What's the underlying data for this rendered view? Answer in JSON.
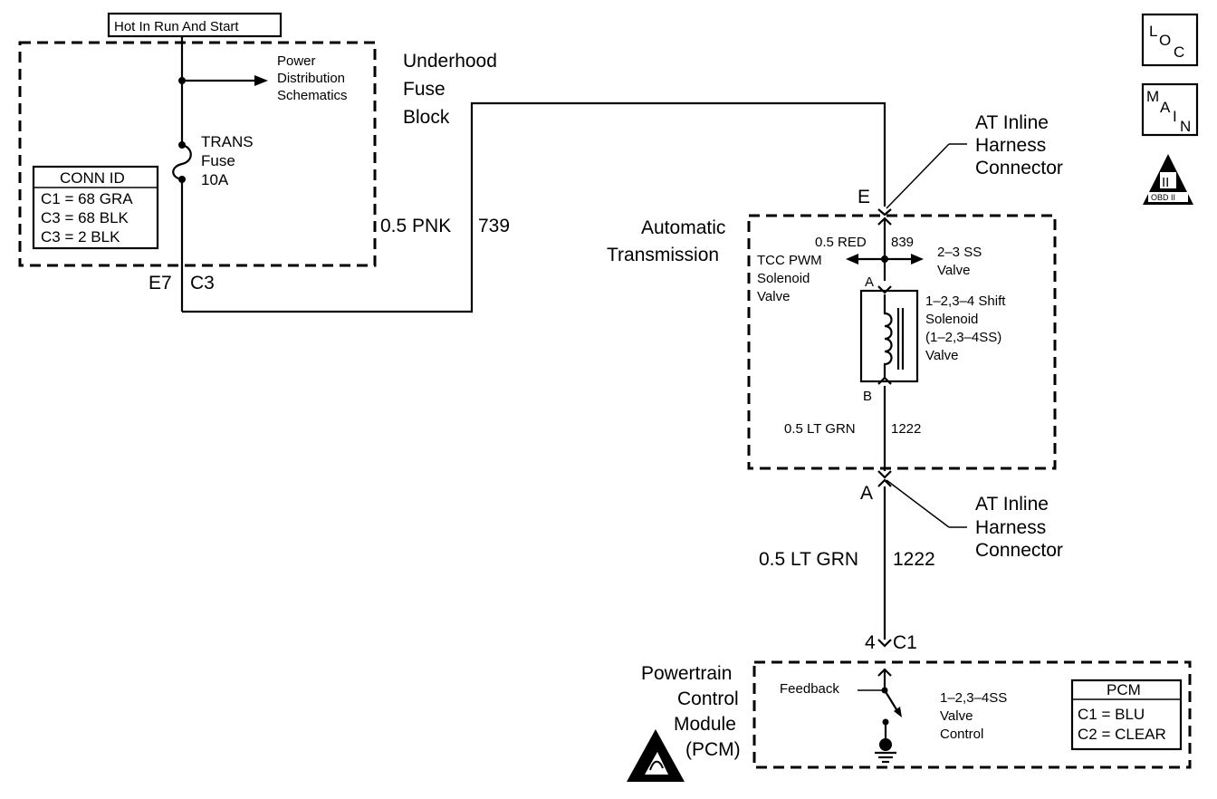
{
  "power_source": {
    "label": "Hot In Run And Start"
  },
  "fuse_block": {
    "name": [
      "Underhood",
      "Fuse",
      "Block"
    ],
    "power_distribution_link": [
      "Power",
      "Distribution",
      "Schematics"
    ],
    "fuse_label": [
      "TRANS",
      "Fuse",
      "10A"
    ],
    "conn_id": {
      "title": "CONN ID",
      "rows": [
        "C1 = 68 GRA",
        "C3 = 68 BLK",
        "C3 = 2 BLK"
      ]
    },
    "pin": "E7",
    "connector": "C3"
  },
  "wire_pink": {
    "gauge_color": "0.5 PNK",
    "circuit": "739"
  },
  "inline_connector_top": {
    "pin": "E",
    "label": [
      "AT Inline",
      "Harness",
      "Connector"
    ]
  },
  "transmission": {
    "name": [
      "Automatic",
      "Transmission"
    ],
    "wire_red": {
      "gauge_color": "0.5 RED",
      "circuit": "839"
    },
    "tcc_pwm": [
      "TCC PWM",
      "Solenoid",
      "Valve"
    ],
    "ss_2_3": [
      "2–3 SS",
      "Valve"
    ],
    "solenoid_pin_a": "A",
    "solenoid_pin_b": "B",
    "solenoid": [
      "1–2,3–4 Shift",
      "Solenoid",
      "(1–2,3–4SS)",
      "Valve"
    ],
    "wire_green_inner": {
      "gauge_color": "0.5 LT GRN",
      "circuit": "1222"
    }
  },
  "inline_connector_bottom": {
    "pin": "A",
    "label": [
      "AT Inline",
      "Harness",
      "Connector"
    ]
  },
  "wire_green": {
    "gauge_color": "0.5 LT GRN",
    "circuit": "1222"
  },
  "pcm_connector": {
    "pin": "4",
    "connector": "C1"
  },
  "pcm": {
    "name": [
      "Powertrain",
      "Control",
      "Module",
      "(PCM)"
    ],
    "feedback": "Feedback",
    "control": [
      "1–2,3–4SS",
      "Valve",
      "Control"
    ],
    "id_box": {
      "title": "PCM",
      "rows": [
        "C1 = BLU",
        "C2 = CLEAR"
      ]
    }
  },
  "nav_icons": {
    "loc": {
      "name": "loc-icon",
      "letters": [
        "L",
        "O",
        "C"
      ]
    },
    "main": {
      "name": "main-icon",
      "letters": [
        "M",
        "A",
        "I",
        "N"
      ]
    },
    "obd": {
      "name": "obd-ii-icon",
      "mark": "II",
      "label": "OBD II"
    }
  }
}
